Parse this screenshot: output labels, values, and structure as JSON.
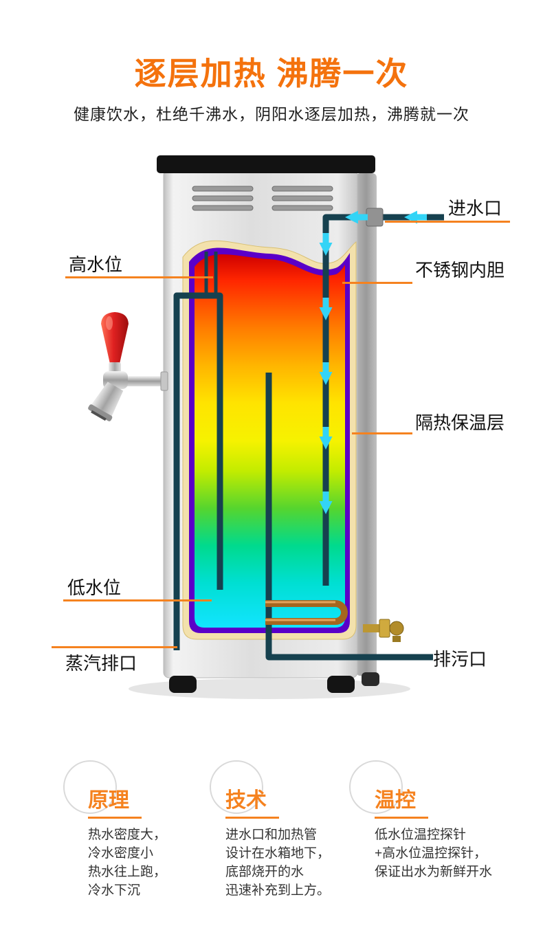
{
  "header": {
    "title": "逐层加热 沸腾一次",
    "subtitle": "健康饮水，杜绝千沸水，阴阳水逐层加热，沸腾就一次"
  },
  "callouts": {
    "inlet": "进水口",
    "high_water_level": "高水位",
    "stainless_inner_tank": "不锈钢内胆",
    "insulation_layer": "隔热保温层",
    "low_water_level": "低水位",
    "steam_outlet": "蒸汽排口",
    "drain_outlet": "排污口"
  },
  "features": [
    {
      "title": "原理",
      "lines": [
        "热水密度大，",
        "冷水密度小",
        "热水往上跑，",
        "冷水下沉"
      ]
    },
    {
      "title": "技术",
      "lines": [
        "进水口和加热管",
        "设计在水箱地下，",
        "底部烧开的水",
        "迅速补充到上方。"
      ]
    },
    {
      "title": "温控",
      "lines": [
        "低水位温控探针",
        "+高水位温控探针，",
        "保证出水为新鲜开水"
      ]
    }
  ],
  "colors": {
    "accent_orange": "#f5821f",
    "title_orange": "#f4720d",
    "pipe_teal": "#16414f",
    "arrow_cyan": "#33d4f6",
    "insulation_cream": "#f3e1ac",
    "tank_border_purple": "#5a00c8",
    "gradient_hot": "#ff2600",
    "gradient_cold": "#12e4ff",
    "handle_red": "#e02121"
  }
}
